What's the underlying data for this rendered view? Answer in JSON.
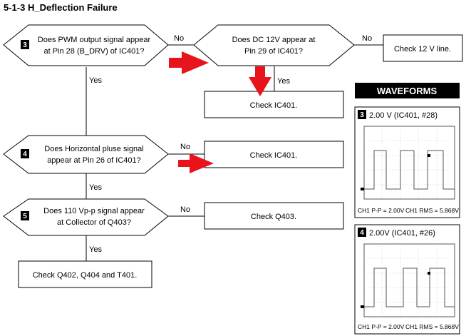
{
  "title": "5-1-3 H_Deflection Failure",
  "decisions": {
    "d1": {
      "num": "3",
      "line1": "Does PWM output signal appear",
      "line2": "at Pin 28 (B_DRV) of IC401?"
    },
    "d2": {
      "line1": "Does DC 12V appear at",
      "line2": "Pin 29 of IC401?"
    },
    "d3": {
      "num": "4",
      "line1": "Does Horizontal pluse signal",
      "line2": "appear at Pin 26 of IC401?"
    },
    "d4": {
      "num": "5",
      "line1": "Does 110 Vp-p signal appear",
      "line2": "at Collector of Q403?"
    }
  },
  "boxes": {
    "b_check12v": "Check 12 V line.",
    "b_checkic401_a": "Check IC401.",
    "b_checkic401_b": "Check IC401.",
    "b_checkq403": "Check Q403.",
    "b_checkq402": "Check Q402, Q404 and T401."
  },
  "labels": {
    "no": "No",
    "yes": "Yes"
  },
  "waveforms": {
    "header": "WAVEFORMS",
    "w1": {
      "num": "3",
      "caption": "2.00 V (IC401, #28)",
      "pp": "CH1 P-P = 2.00V",
      "rms": "CH1 RMS = 5.868V"
    },
    "w2": {
      "num": "4",
      "caption": "2.00V (IC401, #26)",
      "pp": "CH1 P-P = 2.00V",
      "rms": "CH1 RMS = 5.868V"
    }
  },
  "colors": {
    "arrow": "#e8141b",
    "line": "#000000",
    "scopeBg": "#ffffff",
    "scopeGrid": "#b0b0b0",
    "trace": "#555555"
  }
}
